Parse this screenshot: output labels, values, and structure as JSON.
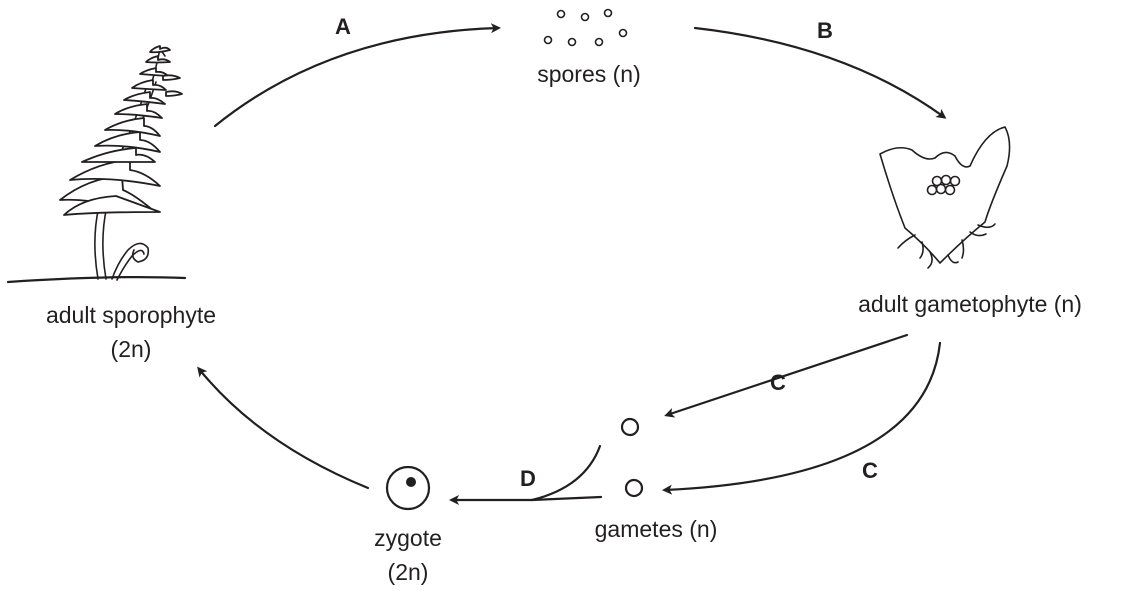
{
  "stages": {
    "spores": "spores (n)",
    "gametophyte": "adult gametophyte (n)",
    "sporophyte_line1": "adult sporophyte",
    "sporophyte_line2": "(2n)",
    "gametes": "gametes (n)",
    "zygote_line1": "zygote",
    "zygote_line2": "(2n)"
  },
  "steps": {
    "a": "A",
    "b": "B",
    "c1": "C",
    "c2": "C",
    "d": "D"
  },
  "colors": {
    "ink": "#231f20",
    "background": "#ffffff"
  }
}
